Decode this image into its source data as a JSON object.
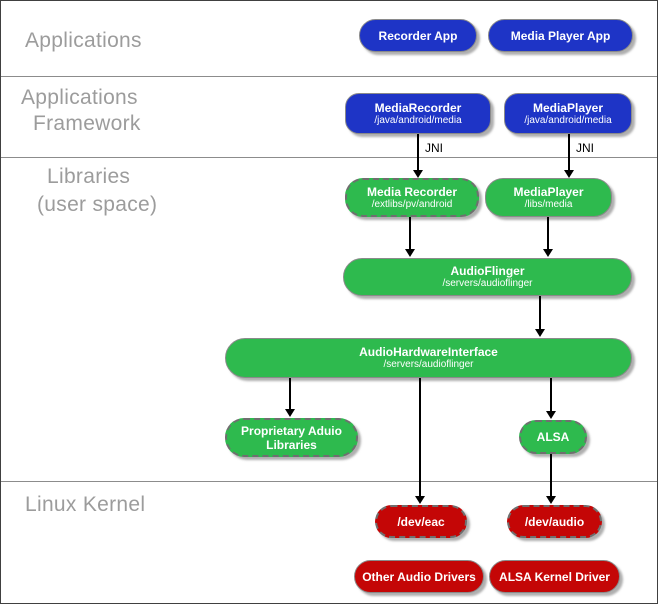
{
  "layer_labels": {
    "applications": "Applications",
    "framework_l1": "Applications",
    "framework_l2": "Framework",
    "libraries_l1": "Libraries",
    "libraries_l2": "(user space)",
    "kernel": "Linux Kernel"
  },
  "jni_left": "JNI",
  "jni_right": "JNI",
  "nodes": {
    "recorder_app": {
      "title": "Recorder App"
    },
    "media_player_app": {
      "title": "Media Player App"
    },
    "media_recorder_framework": {
      "title": "MediaRecorder",
      "subtitle": "/java/android/media"
    },
    "media_player_framework": {
      "title": "MediaPlayer",
      "subtitle": "/java/android/media"
    },
    "media_recorder_library": {
      "title": "Media Recorder",
      "subtitle": "/extlibs/pv/android"
    },
    "media_player_library": {
      "title": "MediaPlayer",
      "subtitle": "/libs/media"
    },
    "audio_flinger": {
      "title": "AudioFlinger",
      "subtitle": "/servers/audioflinger"
    },
    "audio_hardware_interface": {
      "title": "AudioHardwareInterface",
      "subtitle": "/servers/audioflinger"
    },
    "proprietary_audio_libraries": {
      "title": "Proprietary Aduio",
      "title2": "Libraries"
    },
    "alsa": {
      "title": "ALSA"
    },
    "dev_eac": {
      "title": "/dev/eac"
    },
    "dev_audio": {
      "title": "/dev/audio"
    },
    "other_audio_drivers": {
      "title": "Other Audio Drivers"
    },
    "alsa_kernel_driver": {
      "title": "ALSA Kernel Driver"
    }
  },
  "colors": {
    "framework_blue": "#1e34c6",
    "library_green": "#2eba4e",
    "kernel_red": "#c40606",
    "layer_label_gray": "#9c9c9c",
    "arrow_black": "#000000"
  }
}
